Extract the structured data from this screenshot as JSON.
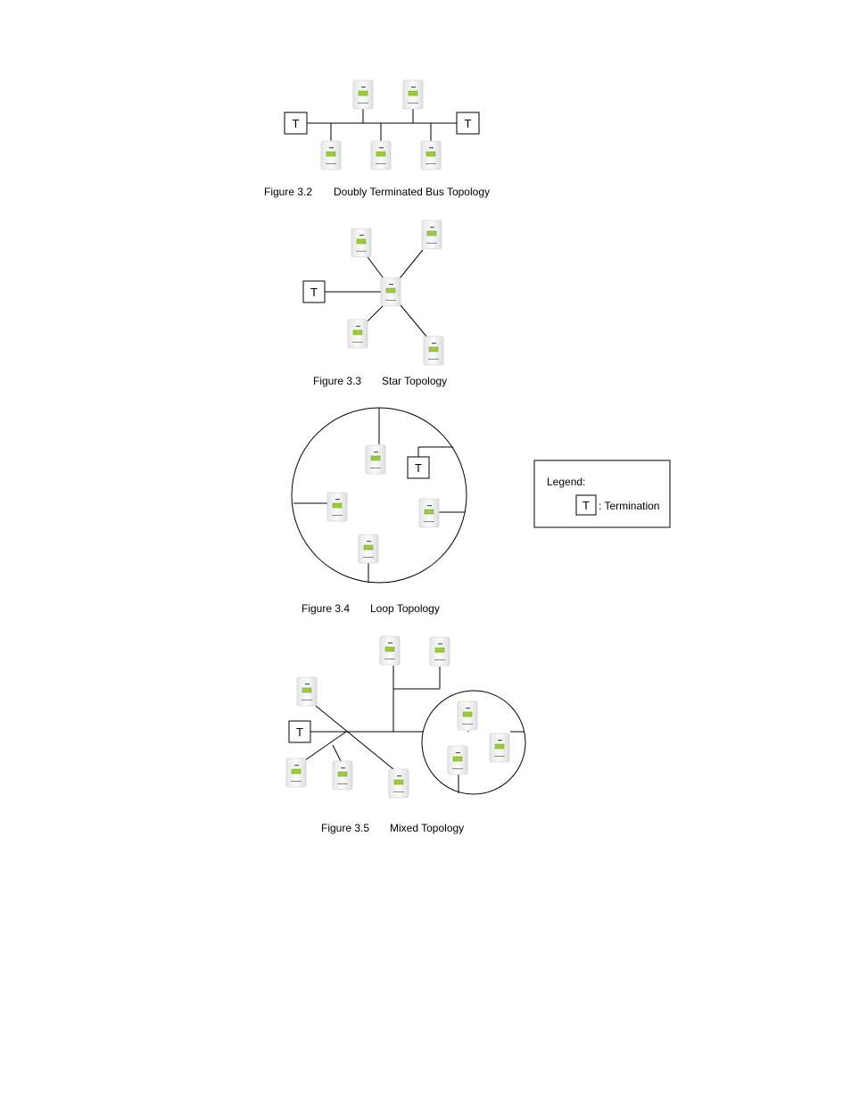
{
  "figures": [
    {
      "number": "Figure 3.2",
      "title": "Doubly Terminated Bus Topology"
    },
    {
      "number": "Figure 3.3",
      "title": "Star Topology"
    },
    {
      "number": "Figure 3.4",
      "title": "Loop Topology"
    },
    {
      "number": "Figure 3.5",
      "title": "Mixed Topology"
    }
  ],
  "termination_symbol": "T",
  "legend": {
    "heading": "Legend:",
    "symbol": "T",
    "description": ": Termination"
  },
  "colors": {
    "line": "#000000",
    "device_body": "#f2f2f2",
    "device_screen": "#9ccc3c"
  },
  "icons": {
    "device": "thermostat-controller-icon",
    "termination": "termination-box-icon"
  }
}
